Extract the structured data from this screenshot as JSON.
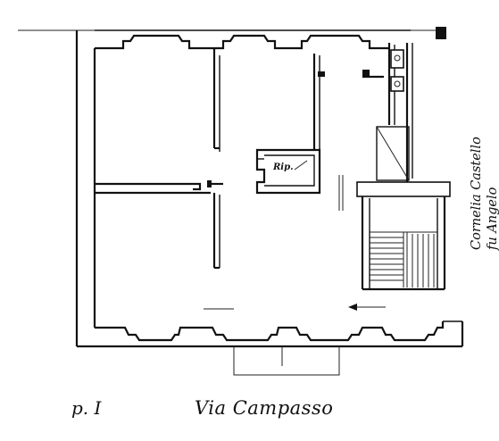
{
  "plan": {
    "floor_label": "p. I",
    "street_label": "Via Campasso",
    "owner_line1": "Cornelia Castello",
    "owner_line2": "fu Angelo",
    "storage_label": "Rip."
  },
  "colors": {
    "ink": "#111111",
    "paper": "#ffffff"
  }
}
